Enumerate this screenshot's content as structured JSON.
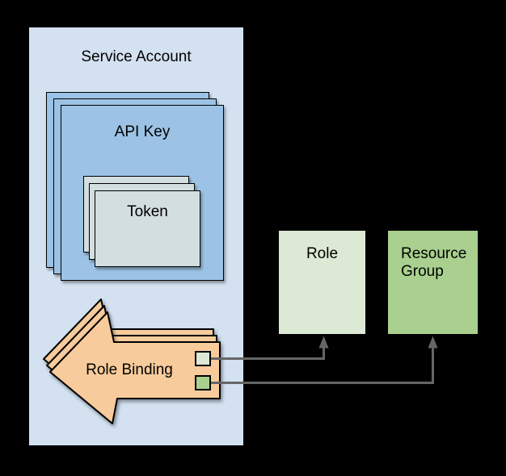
{
  "page": {
    "background": "#000000"
  },
  "nodes": {
    "service_account": {
      "label": "Service Account",
      "fill": "#D3E1F1"
    },
    "api_key": {
      "label": "API Key",
      "fill": "#9CC3E5",
      "stacked_copies": 3
    },
    "token": {
      "label": "Token",
      "fill": "#D3DEE0",
      "stacked_copies": 3
    },
    "role_binding": {
      "label": "Role Binding",
      "fill": "#F8CB9C",
      "stacked_copies": 3
    },
    "role": {
      "label": "Role",
      "fill": "#DCE9D5"
    },
    "resource_group": {
      "label": "Resource Group",
      "fill": "#A9D08E"
    }
  },
  "ports": {
    "role_port": {
      "fill": "#DCE9D5"
    },
    "resource_group_port": {
      "fill": "#A9D08E"
    }
  },
  "connectors": {
    "color": "#666666"
  },
  "border_color": "#000000"
}
